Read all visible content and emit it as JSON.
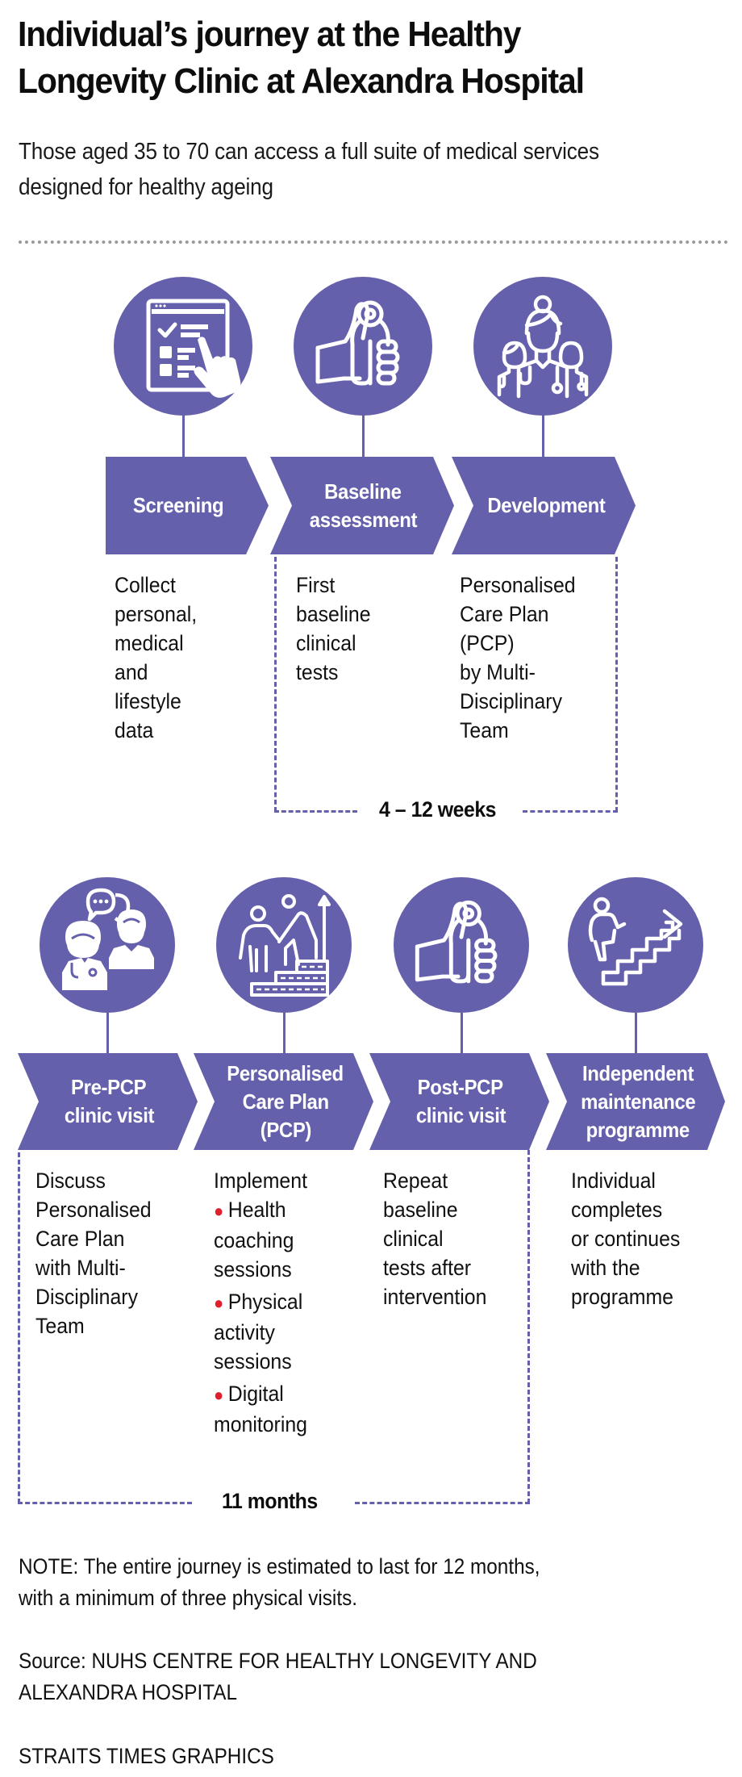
{
  "header": {
    "title_line1": "Individual’s journey at the Healthy",
    "title_line2": "Longevity Clinic at Alexandra Hospital",
    "subtitle_line1": "Those aged 35 to 70 can access a full suite of medical services",
    "subtitle_line2": "designed for healthy ageing"
  },
  "colors": {
    "accent_purple": "#6560ac",
    "bullet_red": "#e01e2d",
    "text": "#111111",
    "divider_gray": "#9a9a9a"
  },
  "phase1": {
    "steps": [
      {
        "icon": "checklist-tablet-icon",
        "label_lines": [
          "Screening"
        ],
        "desc_lines": [
          "Collect",
          "personal,",
          "medical",
          "and",
          "lifestyle",
          "data"
        ]
      },
      {
        "icon": "grip-strength-hand-icon",
        "label_lines": [
          "Baseline",
          "assessment"
        ],
        "desc_lines": [
          "First",
          "baseline",
          "clinical",
          "tests"
        ]
      },
      {
        "icon": "medical-team-icon",
        "label_lines": [
          "Development"
        ],
        "desc_lines": [
          "Personalised",
          "Care Plan",
          "(PCP)",
          "by Multi-",
          "Disciplinary",
          "Team"
        ]
      }
    ],
    "duration": "4 – 12 weeks"
  },
  "phase2": {
    "steps": [
      {
        "icon": "doctor-consultation-icon",
        "label_lines": [
          "Pre-PCP",
          "clinic visit"
        ],
        "desc_lines": [
          "Discuss",
          "Personalised",
          "Care Plan",
          "with Multi-",
          "Disciplinary",
          "Team"
        ]
      },
      {
        "icon": "helping-hand-stairs-icon",
        "label_lines": [
          "Personalised",
          "Care Plan",
          "(PCP)"
        ],
        "desc_intro": "Implement",
        "bullets": [
          {
            "lines": [
              "Health",
              "coaching",
              "sessions"
            ]
          },
          {
            "lines": [
              "Physical",
              "activity",
              "sessions"
            ]
          },
          {
            "lines": [
              "Digital",
              "monitoring"
            ]
          }
        ]
      },
      {
        "icon": "grip-strength-hand-icon",
        "label_lines": [
          "Post-PCP",
          "clinic visit"
        ],
        "desc_lines": [
          "Repeat",
          "baseline",
          "clinical",
          "tests after",
          "intervention"
        ]
      },
      {
        "icon": "climbing-stairs-icon",
        "label_lines": [
          "Independent",
          "maintenance",
          "programme"
        ],
        "desc_lines": [
          "Individual",
          "completes",
          "or continues",
          "with the",
          "programme"
        ]
      }
    ],
    "duration": "11 months"
  },
  "footer": {
    "note_line1": "NOTE: The entire journey is estimated to last for 12 months,",
    "note_line2": "with a minimum of three physical visits.",
    "source_line1": "Source: NUHS CENTRE FOR HEALTHY LONGEVITY AND",
    "source_line2": "ALEXANDRA HOSPITAL",
    "credit": "STRAITS TIMES GRAPHICS"
  }
}
